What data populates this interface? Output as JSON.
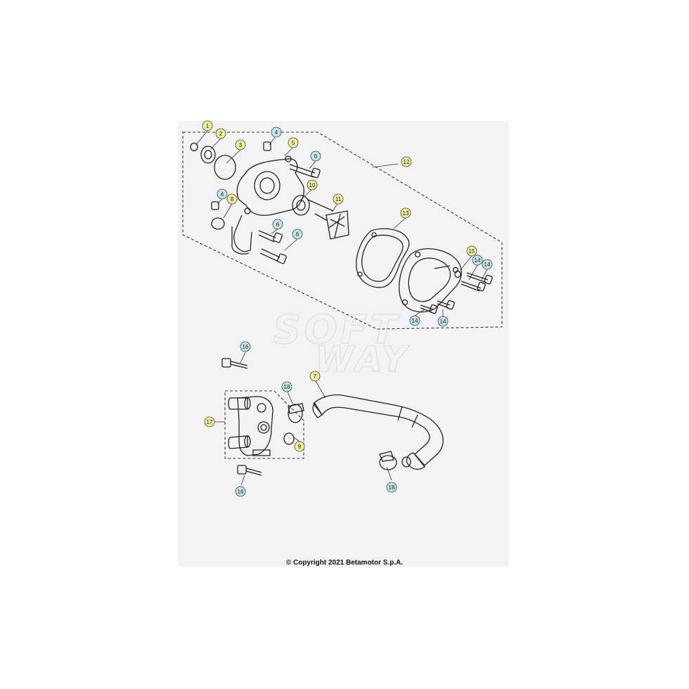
{
  "watermark": {
    "line1": "SOFT",
    "line2": "WAY"
  },
  "copyright": "© Copyright 2021 Betamotor S.p.A.",
  "colors": {
    "yellow": "#f1ef9a",
    "blue": "#bfe6ee",
    "line": "#222222",
    "sheet": "#f3f3f3"
  },
  "callouts": [
    {
      "label": "1",
      "color": "yellow"
    },
    {
      "label": "2",
      "color": "yellow"
    },
    {
      "label": "3",
      "color": "yellow"
    },
    {
      "label": "4",
      "color": "blue"
    },
    {
      "label": "5",
      "color": "yellow"
    },
    {
      "label": "6",
      "color": "blue"
    },
    {
      "label": "10",
      "color": "yellow"
    },
    {
      "label": "11",
      "color": "yellow"
    },
    {
      "label": "12",
      "color": "yellow"
    },
    {
      "label": "4",
      "color": "blue"
    },
    {
      "label": "8",
      "color": "yellow"
    },
    {
      "label": "6",
      "color": "blue"
    },
    {
      "label": "6",
      "color": "blue"
    },
    {
      "label": "13",
      "color": "yellow"
    },
    {
      "label": "15",
      "color": "yellow"
    },
    {
      "label": "14",
      "color": "blue"
    },
    {
      "label": "14",
      "color": "blue"
    },
    {
      "label": "14",
      "color": "blue"
    },
    {
      "label": "14",
      "color": "blue"
    },
    {
      "label": "16",
      "color": "blue"
    },
    {
      "label": "7",
      "color": "yellow"
    },
    {
      "label": "18",
      "color": "blue"
    },
    {
      "label": "17",
      "color": "yellow"
    },
    {
      "label": "9",
      "color": "yellow"
    },
    {
      "label": "16",
      "color": "blue"
    },
    {
      "label": "18",
      "color": "blue"
    }
  ]
}
